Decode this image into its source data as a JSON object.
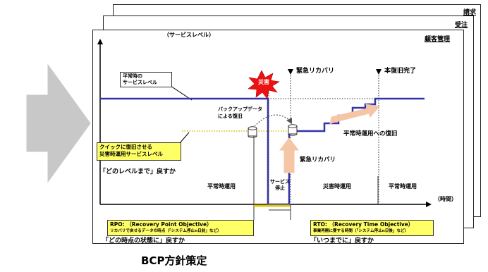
{
  "pages": {
    "back": "請求",
    "middle": "受注",
    "front": "顧客管理"
  },
  "axes": {
    "y_label": "（サービスレベル）",
    "x_label": "（時間）"
  },
  "labels": {
    "normal_level": "平常時の\nサービスレベル",
    "disaster": "災害",
    "emergency_recovery_top": "緊急リカバリ",
    "full_recovery": "本復旧完了",
    "backup_restore": "バックアップデータ\nによる復旧",
    "return_to_normal": "平常時運用への復旧",
    "emergency_recovery_arrow": "緊急リカバリ",
    "quick_restore_box": "クイックに復旧させる\n災害時運用サービスレベル",
    "which_level": "「どのレベルまで」戻すか",
    "phase_normal_1": "平常時運用",
    "phase_stop": "サービス\n停止",
    "phase_disaster": "災害時運用",
    "phase_normal_2": "平常時運用",
    "rpo_title": "RPO: （Recovery Point Objective）",
    "rpo_desc": "リカバリで戻せるデータの時点（「システム停止n日前」など）",
    "which_point": "「どの時点の状態に」戻すか",
    "rto_title": "RTO: （Recovery Time Objective）",
    "rto_desc": "事業再開に要する時間（「システム停止n日後」など）",
    "by_when": "「いつまでに」戻すか",
    "footer_title": "BCP方針策定"
  },
  "colors": {
    "service_line": "#3333aa",
    "highlight_box": "#ffff66",
    "arrow_fill": "#f5c6a5",
    "big_arrow": "#c8c8c8",
    "disaster_burst": "#ee1111"
  }
}
